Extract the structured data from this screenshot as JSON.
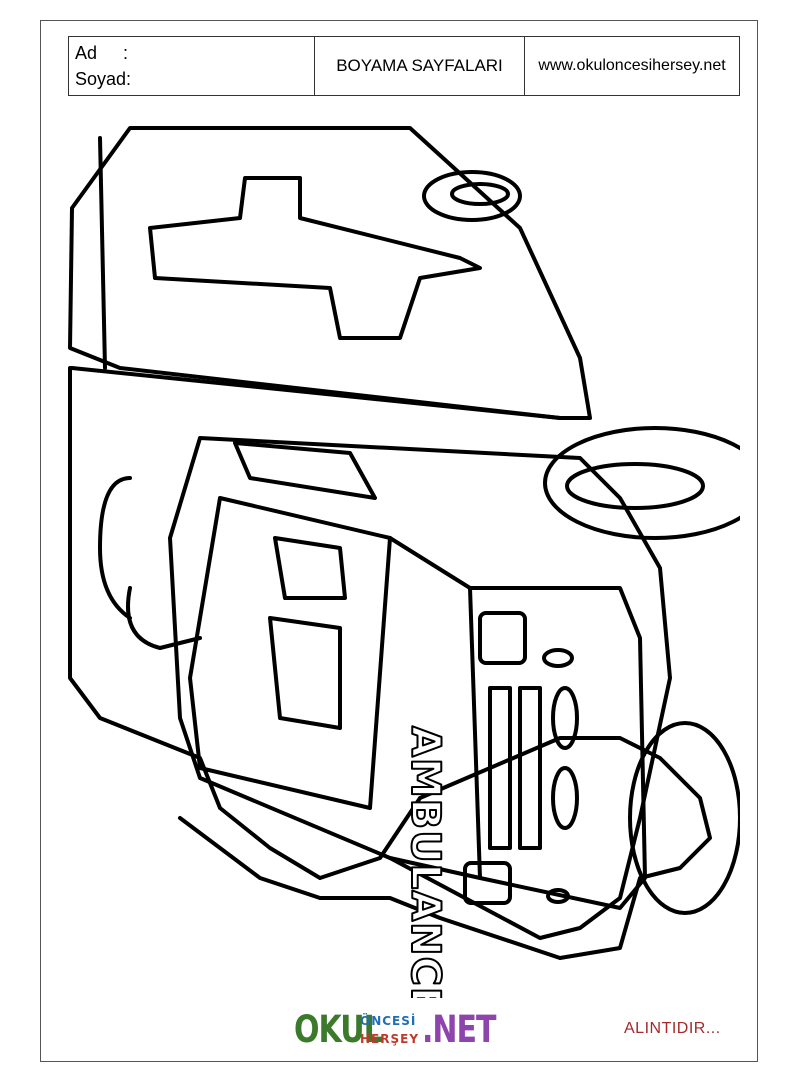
{
  "header": {
    "name_label": "Ad",
    "name_colon": ":",
    "surname_label": "Soyad:",
    "title": "BOYAMA SAYFALARI",
    "website": "www.okuloncesihersey.net"
  },
  "drawing": {
    "vehicle_text": "AMBULANCE"
  },
  "logo": {
    "part1": "OKUL",
    "part2": "ÖNCESİ",
    "part3": "HERŞEY",
    "part4": ".NET",
    "colors": [
      "#c0392b",
      "#e67e22",
      "#27ae60",
      "#2980b9",
      "#8e44ad"
    ]
  },
  "footer": {
    "note": "ALINTIDIR..."
  }
}
